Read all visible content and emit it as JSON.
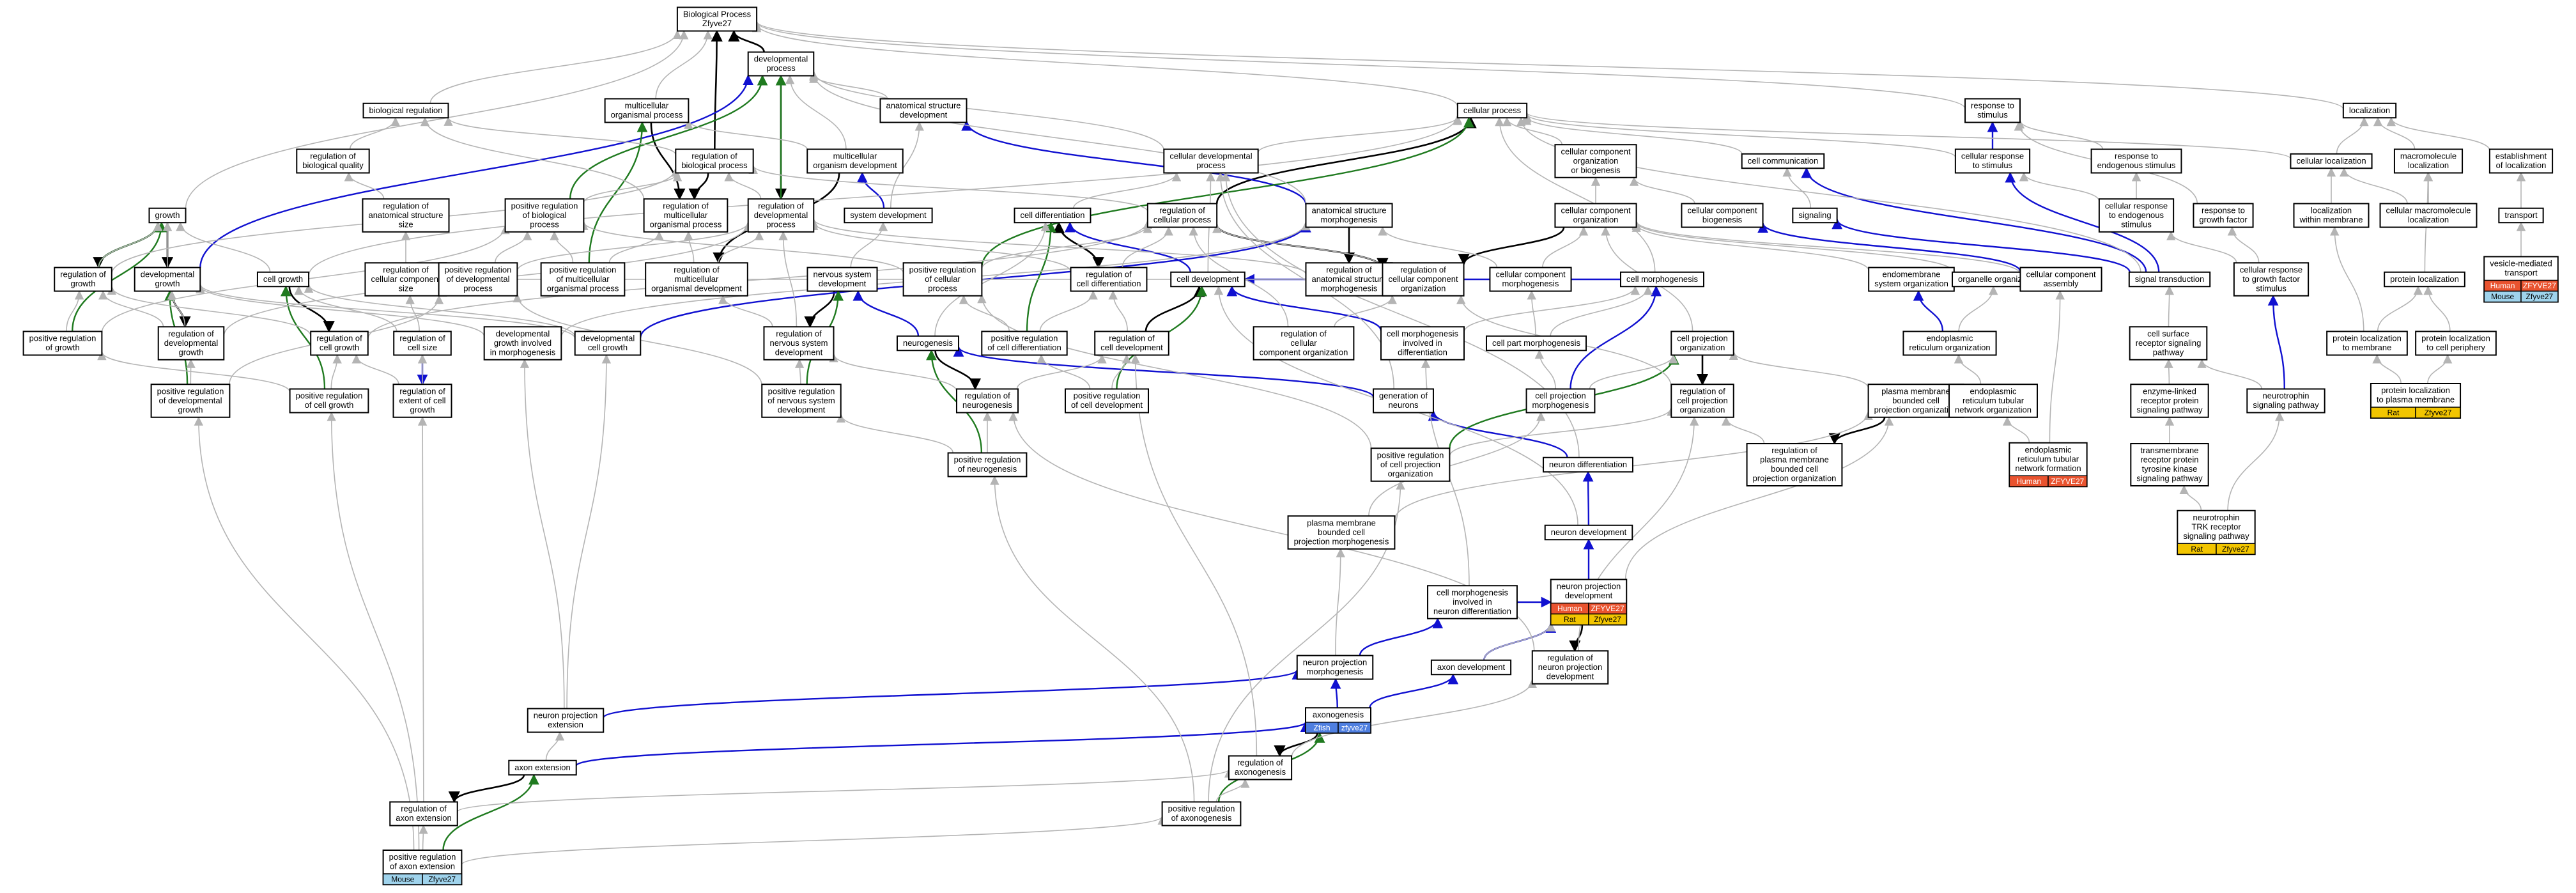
{
  "colors": {
    "Human": "#e9532f",
    "Mouse": "#9fd3ec",
    "Rat": "#f2c500",
    "Zfish": "#4f7fe0",
    "gray": "#b4b4b4",
    "black": "#000000",
    "blue": "#1010d0",
    "green": "#1f7a1f"
  },
  "nodes": [
    {
      "id": "bp",
      "lines": [
        "Biological Process",
        "Zfyve27"
      ]
    },
    {
      "id": "dev",
      "lines": [
        "developmental",
        "process"
      ]
    },
    {
      "id": "breg",
      "lines": [
        "biological regulation"
      ]
    },
    {
      "id": "morg",
      "lines": [
        "multicellular",
        "organismal process"
      ]
    },
    {
      "id": "asd",
      "lines": [
        "anatomical structure",
        "development"
      ]
    },
    {
      "id": "cp",
      "lines": [
        "cellular process"
      ]
    },
    {
      "id": "rstim",
      "lines": [
        "response to",
        "stimulus"
      ]
    },
    {
      "id": "loc",
      "lines": [
        "localization"
      ]
    },
    {
      "id": "rbq",
      "lines": [
        "regulation of",
        "biological quality"
      ]
    },
    {
      "id": "rbp",
      "lines": [
        "regulation of",
        "biological process"
      ]
    },
    {
      "id": "mod",
      "lines": [
        "multicellular",
        "organism development"
      ]
    },
    {
      "id": "cdp",
      "lines": [
        "cellular developmental",
        "process"
      ]
    },
    {
      "id": "ccob",
      "lines": [
        "cellular component",
        "organization",
        "or biogenesis"
      ]
    },
    {
      "id": "ccomm",
      "lines": [
        "cell communication"
      ]
    },
    {
      "id": "crs",
      "lines": [
        "cellular response",
        "to stimulus"
      ]
    },
    {
      "id": "res",
      "lines": [
        "response to",
        "endogenous stimulus"
      ]
    },
    {
      "id": "cloc",
      "lines": [
        "cellular localization"
      ]
    },
    {
      "id": "mml",
      "lines": [
        "macromolecule",
        "localization"
      ]
    },
    {
      "id": "eol",
      "lines": [
        "establishment",
        "of localization"
      ]
    },
    {
      "id": "growth",
      "lines": [
        "growth"
      ]
    },
    {
      "id": "rasz",
      "lines": [
        "regulation of",
        "anatomical structure",
        "size"
      ]
    },
    {
      "id": "prbp",
      "lines": [
        "positive regulation",
        "of biological",
        "process"
      ]
    },
    {
      "id": "rmop",
      "lines": [
        "regulation of",
        "multicellular",
        "organismal process"
      ]
    },
    {
      "id": "rdp",
      "lines": [
        "regulation of",
        "developmental",
        "process"
      ]
    },
    {
      "id": "sysdev",
      "lines": [
        "system development"
      ]
    },
    {
      "id": "cdiff",
      "lines": [
        "cell differentiation"
      ]
    },
    {
      "id": "rcp",
      "lines": [
        "regulation of",
        "cellular process"
      ]
    },
    {
      "id": "asm",
      "lines": [
        "anatomical structure",
        "morphogenesis"
      ]
    },
    {
      "id": "cco",
      "lines": [
        "cellular component",
        "organization"
      ]
    },
    {
      "id": "ccb",
      "lines": [
        "cellular component",
        "biogenesis"
      ]
    },
    {
      "id": "signaling",
      "lines": [
        "signaling"
      ]
    },
    {
      "id": "cres",
      "lines": [
        "cellular response",
        "to endogenous",
        "stimulus"
      ]
    },
    {
      "id": "rgf",
      "lines": [
        "response to",
        "growth factor"
      ]
    },
    {
      "id": "lwm",
      "lines": [
        "localization",
        "within membrane"
      ]
    },
    {
      "id": "cmml",
      "lines": [
        "cellular macromolecule",
        "localization"
      ]
    },
    {
      "id": "transport",
      "lines": [
        "transport"
      ]
    },
    {
      "id": "rog",
      "lines": [
        "regulation of",
        "growth"
      ]
    },
    {
      "id": "dgrowth",
      "lines": [
        "developmental",
        "growth"
      ]
    },
    {
      "id": "cgrowth",
      "lines": [
        "cell growth"
      ]
    },
    {
      "id": "rccs",
      "lines": [
        "regulation of",
        "cellular component",
        "size"
      ]
    },
    {
      "id": "prdp",
      "lines": [
        "positive regulation",
        "of developmental",
        "process"
      ]
    },
    {
      "id": "prmop",
      "lines": [
        "positive regulation",
        "of multicellular",
        "organismal process"
      ]
    },
    {
      "id": "rmod",
      "lines": [
        "regulation of",
        "multicellular",
        "organismal development"
      ]
    },
    {
      "id": "nsd",
      "lines": [
        "nervous system",
        "development"
      ]
    },
    {
      "id": "prcp",
      "lines": [
        "positive regulation",
        "of cellular",
        "process"
      ]
    },
    {
      "id": "rcd",
      "lines": [
        "regulation of",
        "cell differentiation"
      ]
    },
    {
      "id": "celldev",
      "lines": [
        "cell development"
      ]
    },
    {
      "id": "rasm",
      "lines": [
        "regulation of",
        "anatomical structure",
        "morphogenesis"
      ]
    },
    {
      "id": "rcco",
      "lines": [
        "regulation of",
        "cellular component",
        "organization"
      ]
    },
    {
      "id": "ccm",
      "lines": [
        "cellular component",
        "morphogenesis"
      ]
    },
    {
      "id": "cellmorph",
      "lines": [
        "cell morphogenesis"
      ]
    },
    {
      "id": "esorg",
      "lines": [
        "endomembrane",
        "system organization"
      ]
    },
    {
      "id": "oorg",
      "lines": [
        "organelle organization"
      ]
    },
    {
      "id": "cca",
      "lines": [
        "cellular component",
        "assembly"
      ]
    },
    {
      "id": "sigtrans",
      "lines": [
        "signal transduction"
      ]
    },
    {
      "id": "crgf",
      "lines": [
        "cellular response",
        "to growth factor",
        "stimulus"
      ]
    },
    {
      "id": "plocal",
      "lines": [
        "protein localization"
      ]
    },
    {
      "id": "vmt",
      "lines": [
        "vesicle-mediated",
        "transport"
      ],
      "badges": [
        [
          "Human",
          "ZFYVE27"
        ],
        [
          "Mouse",
          "Zfyve27"
        ]
      ]
    },
    {
      "id": "prog",
      "lines": [
        "positive regulation",
        "of growth"
      ]
    },
    {
      "id": "rdg",
      "lines": [
        "regulation of",
        "developmental",
        "growth"
      ]
    },
    {
      "id": "rcg",
      "lines": [
        "regulation of",
        "cell growth"
      ]
    },
    {
      "id": "rcs",
      "lines": [
        "regulation of",
        "cell size"
      ]
    },
    {
      "id": "dgim",
      "lines": [
        "developmental",
        "growth involved",
        "in morphogenesis"
      ]
    },
    {
      "id": "dcg",
      "lines": [
        "developmental",
        "cell growth"
      ]
    },
    {
      "id": "rnsd",
      "lines": [
        "regulation of",
        "nervous system",
        "development"
      ]
    },
    {
      "id": "neurogenesis",
      "lines": [
        "neurogenesis"
      ]
    },
    {
      "id": "prcdiff",
      "lines": [
        "positive regulation",
        "of cell differentiation"
      ]
    },
    {
      "id": "rcdev",
      "lines": [
        "regulation of",
        "cell development"
      ]
    },
    {
      "id": "rccco",
      "lines": [
        "regulation of",
        "cellular",
        "component organization"
      ]
    },
    {
      "id": "cmid",
      "lines": [
        "cell morphogenesis",
        "involved in",
        "differentiation"
      ]
    },
    {
      "id": "cpm",
      "lines": [
        "cell part morphogenesis"
      ]
    },
    {
      "id": "cpo",
      "lines": [
        "cell projection",
        "organization"
      ]
    },
    {
      "id": "ero",
      "lines": [
        "endoplasmic",
        "reticulum organization"
      ]
    },
    {
      "id": "csrsp",
      "lines": [
        "cell surface",
        "receptor signaling",
        "pathway"
      ]
    },
    {
      "id": "plm",
      "lines": [
        "protein localization",
        "to membrane"
      ]
    },
    {
      "id": "plcp",
      "lines": [
        "protein localization",
        "to cell periphery"
      ]
    },
    {
      "id": "prdg",
      "lines": [
        "positive regulation",
        "of developmental",
        "growth"
      ]
    },
    {
      "id": "prcg",
      "lines": [
        "positive regulation",
        "of cell growth"
      ]
    },
    {
      "id": "recg",
      "lines": [
        "regulation of",
        "extent of cell",
        "growth"
      ]
    },
    {
      "id": "prnsd",
      "lines": [
        "positive regulation",
        "of nervous system",
        "development"
      ]
    },
    {
      "id": "rneuro",
      "lines": [
        "regulation of",
        "neurogenesis"
      ]
    },
    {
      "id": "prcdev",
      "lines": [
        "positive regulation",
        "of cell development"
      ]
    },
    {
      "id": "gon",
      "lines": [
        "generation of",
        "neurons"
      ]
    },
    {
      "id": "cprojm",
      "lines": [
        "cell projection",
        "morphogenesis"
      ]
    },
    {
      "id": "rcpo",
      "lines": [
        "regulation of",
        "cell projection",
        "organization"
      ]
    },
    {
      "id": "pmbcpo",
      "lines": [
        "plasma membrane",
        "bounded cell",
        "projection organization"
      ]
    },
    {
      "id": "ertno",
      "lines": [
        "endoplasmic",
        "reticulum tubular",
        "network organization"
      ]
    },
    {
      "id": "elrpsp",
      "lines": [
        "enzyme-linked",
        "receptor protein",
        "signaling pathway"
      ]
    },
    {
      "id": "ntsp",
      "lines": [
        "neurotrophin",
        "signaling pathway"
      ]
    },
    {
      "id": "plpm",
      "lines": [
        "protein localization",
        "to plasma membrane"
      ],
      "badges": [
        [
          "Rat",
          "Zfyve27"
        ]
      ]
    },
    {
      "id": "prneuro",
      "lines": [
        "positive regulation",
        "of neurogenesis"
      ]
    },
    {
      "id": "prcpo",
      "lines": [
        "positive regulation",
        "of cell projection",
        "organization"
      ]
    },
    {
      "id": "ndiff",
      "lines": [
        "neuron differentiation"
      ]
    },
    {
      "id": "rpmbcpo",
      "lines": [
        "regulation of",
        "plasma membrane",
        "bounded cell",
        "projection organization"
      ]
    },
    {
      "id": "ertnf",
      "lines": [
        "endoplasmic",
        "reticulum tubular",
        "network formation"
      ],
      "badges": [
        [
          "Human",
          "ZFYVE27"
        ]
      ]
    },
    {
      "id": "tmrptksp",
      "lines": [
        "transmembrane",
        "receptor protein",
        "tyrosine kinase",
        "signaling pathway"
      ]
    },
    {
      "id": "pmbcpm",
      "lines": [
        "plasma membrane",
        "bounded cell",
        "projection morphogenesis"
      ]
    },
    {
      "id": "ndev",
      "lines": [
        "neuron development"
      ]
    },
    {
      "id": "ntrksp",
      "lines": [
        "neurotrophin",
        "TRK receptor",
        "signaling pathway"
      ],
      "badges": [
        [
          "Rat",
          "Zfyve27"
        ]
      ]
    },
    {
      "id": "cmind",
      "lines": [
        "cell morphogenesis",
        "involved in",
        "neuron differentiation"
      ]
    },
    {
      "id": "npd",
      "lines": [
        "neuron projection",
        "development"
      ],
      "badges": [
        [
          "Human",
          "ZFYVE27"
        ],
        [
          "Rat",
          "Zfyve27"
        ]
      ]
    },
    {
      "id": "npm",
      "lines": [
        "neuron projection",
        "morphogenesis"
      ]
    },
    {
      "id": "axdev",
      "lines": [
        "axon development"
      ]
    },
    {
      "id": "rnpd",
      "lines": [
        "regulation of",
        "neuron projection",
        "development"
      ]
    },
    {
      "id": "npe",
      "lines": [
        "neuron projection",
        "extension"
      ]
    },
    {
      "id": "axono",
      "lines": [
        "axonogenesis"
      ],
      "badges": [
        [
          "Zfish",
          "zfyve27"
        ]
      ]
    },
    {
      "id": "axext",
      "lines": [
        "axon extension"
      ]
    },
    {
      "id": "raxono",
      "lines": [
        "regulation of",
        "axonogenesis"
      ]
    },
    {
      "id": "raxext",
      "lines": [
        "regulation of",
        "axon extension"
      ]
    },
    {
      "id": "praxono",
      "lines": [
        "positive regulation",
        "of axonogenesis"
      ]
    },
    {
      "id": "praxext",
      "lines": [
        "positive regulation",
        "of axon extension"
      ],
      "badges": [
        [
          "Mouse",
          "Zfyve27"
        ]
      ]
    }
  ]
}
